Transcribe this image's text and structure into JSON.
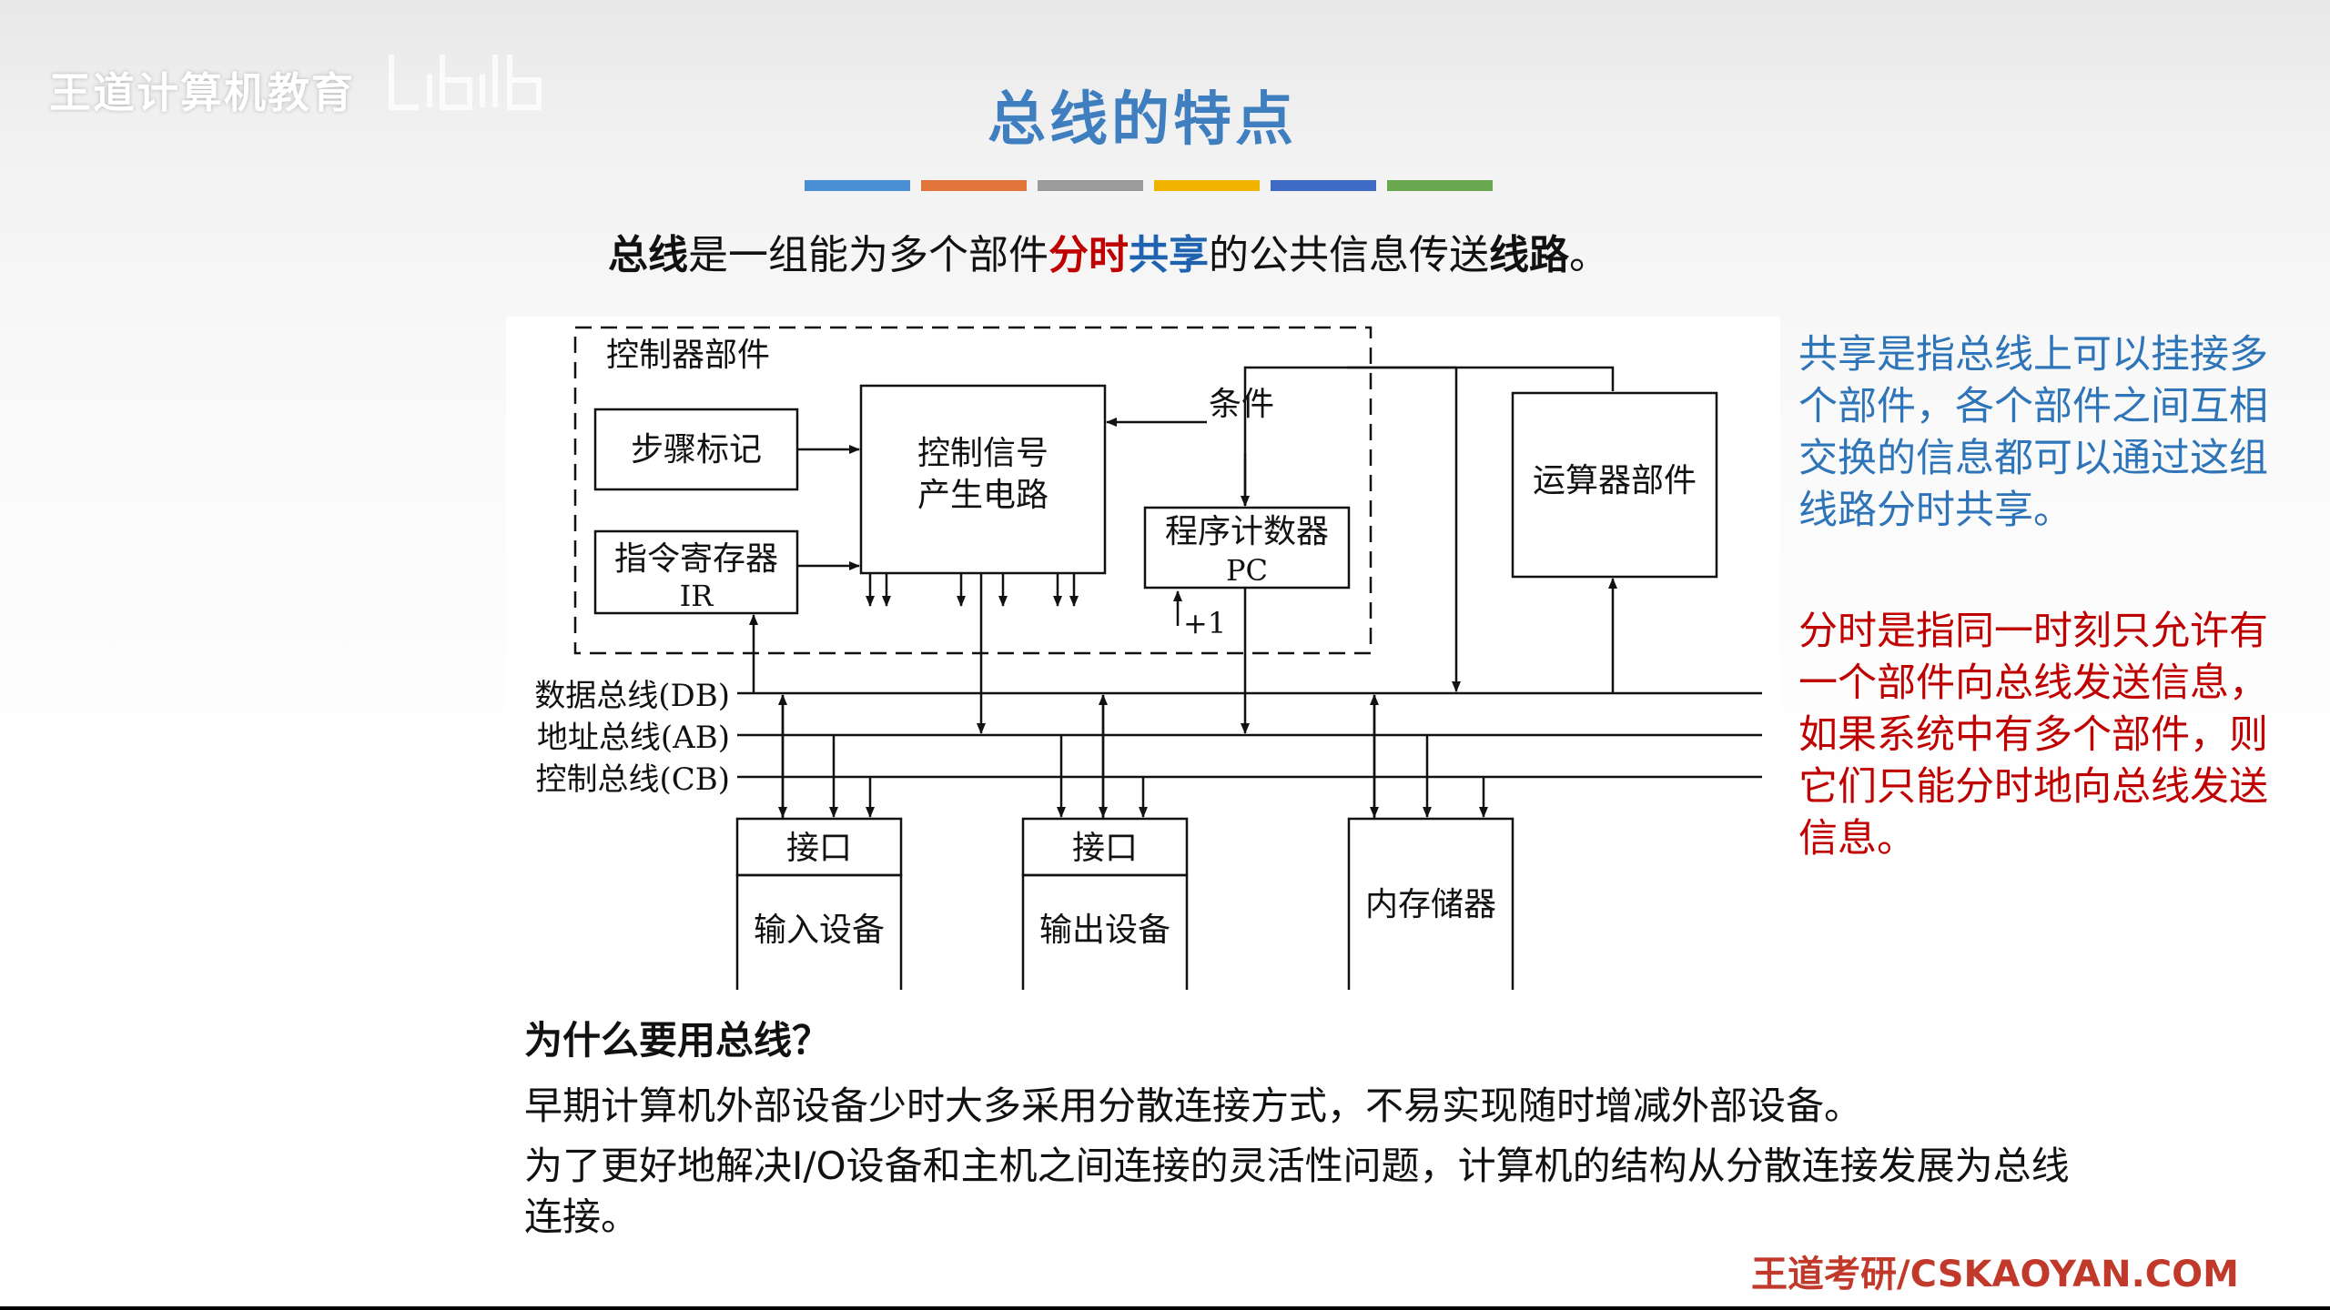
{
  "watermark": "王道计算机教育",
  "title": "总线的特点",
  "accent_bars": [
    "#4a8fd4",
    "#e2763a",
    "#9b9b9b",
    "#f0b400",
    "#3f6bc4",
    "#6aa84f"
  ],
  "definition": {
    "part1": "总线",
    "part2": "是一组能为多个部件",
    "part3": "分时",
    "part4": "共享",
    "part5": "的公共信息传送",
    "part6": "线路",
    "part7": "。"
  },
  "diagram": {
    "controller_group": "控制器部件",
    "step_counter": "步骤标记",
    "signal_gen_line1": "控制信号",
    "signal_gen_line2": "产生电路",
    "condition": "条件",
    "ir_line1": "指令寄存器",
    "ir_line2": "IR",
    "pc_line1": "程序计数器",
    "pc_line2": "PC",
    "plus_one": "+1",
    "alu": "运算器部件",
    "data_bus": "数据总线(DB)",
    "addr_bus": "地址总线(AB)",
    "ctrl_bus": "控制总线(CB)",
    "interface1": "接口",
    "input_device": "输入设备",
    "interface2": "接口",
    "output_device": "输出设备",
    "memory": "内存储器"
  },
  "side_blue": "共享是指总线上可以挂接多个部件，各个部件之间互相交换的信息都可以通过这组线路分时共享。",
  "side_red": "分时是指同一时刻只允许有一个部件向总线发送信息，如果系统中有多个部件，则它们只能分时地向总线发送信息。",
  "question": "为什么要用总线？",
  "para1": "早期计算机外部设备少时大多采用分散连接方式，不易实现随时增减外部设备。",
  "para2": "为了更好地解决I/O设备和主机之间连接的灵活性问题，计算机的结构从分散连接发展为总线连接。",
  "footer": "王道考研/CSKAOYAN.COM"
}
